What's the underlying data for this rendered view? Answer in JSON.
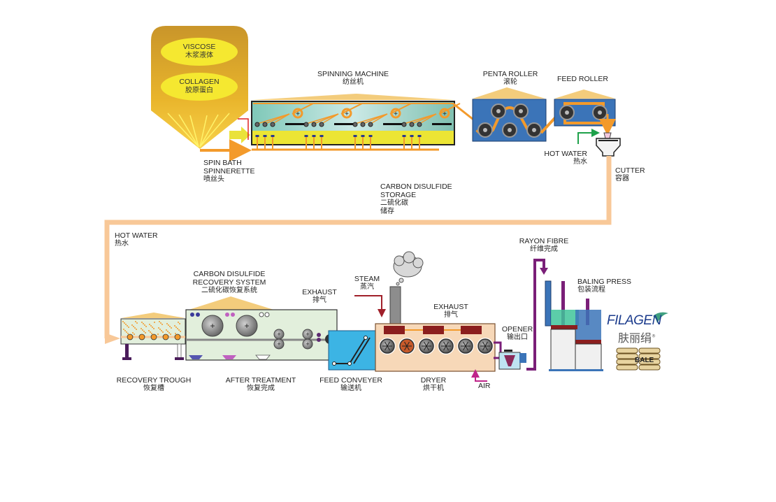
{
  "colors": {
    "hopper": "#e8b42a",
    "oval": "#f5e830",
    "pipe_orange": "#f39a2b",
    "pipe_tan": "#f8c898",
    "machine_teal": "#9fd3c7",
    "bath_yellow": "#ece534",
    "roller_blue": "#3b74b8",
    "roof_tan": "#f3cc7c",
    "recovery_green": "#e2efdc",
    "conveyor_blue": "#3cb4e4",
    "dryer_peach": "#f7d8b8",
    "heater_red": "#8b1e1e",
    "steam_red": "#a0202a",
    "hot_water_green": "#1ea14a",
    "rayon_purple": "#7a1f78",
    "air_magenta": "#c0258a",
    "brand_blue": "#1b3b8c"
  },
  "hopper": {
    "materials": [
      {
        "en": "VISCOSE",
        "cn": "木浆液体"
      },
      {
        "en": "COLLAGEN",
        "cn": "胶原蛋白"
      }
    ]
  },
  "labels": {
    "spin_bath": {
      "lines": [
        "SPIN BATH",
        "SPINNERETTE"
      ],
      "cn": "喷丝头"
    },
    "spinning_machine": {
      "en": "SPINNING MACHINE",
      "cn": "纺丝机"
    },
    "penta_roller": {
      "en": "PENTA ROLLER",
      "cn": "滚轮"
    },
    "feed_roller": {
      "en": "FEED ROLLER"
    },
    "hot_water_top": {
      "en": "HOT WATER",
      "cn": "热水"
    },
    "cutter": {
      "en": "CUTTER",
      "cn": "容器"
    },
    "cs2_storage": {
      "lines": [
        "CARBON DISULFIDE",
        "STORAGE"
      ],
      "cn_lines": [
        "二硫化碳",
        "储存"
      ]
    },
    "hot_water_left": {
      "en": "HOT WATER",
      "cn": "热水"
    },
    "cs2_recovery": {
      "lines": [
        "CARBON DISULFIDE",
        "RECOVERY SYSTEM"
      ],
      "cn": "二硫化碳恢复系统"
    },
    "exhaust_1": {
      "en": "EXHAUST",
      "cn": "排气"
    },
    "steam": {
      "en": "STEAM",
      "cn": "蒸汽"
    },
    "exhaust_2": {
      "en": "EXHAUST",
      "cn": "排气"
    },
    "rayon_fibre": {
      "en": "RAYON FIBRE",
      "cn": "纤维完成"
    },
    "baling_press": {
      "en": "BALING PRESS",
      "cn": "包装流程"
    },
    "opener": {
      "en": "OPENER",
      "cn": "输出口"
    },
    "recovery_trough": {
      "en": "RECOVERY TROUGH",
      "cn": "恢复槽"
    },
    "after_treatment": {
      "en": "AFTER TREATMENT",
      "cn": "恢复完成"
    },
    "feed_conveyer": {
      "en": "FEED CONVEYER",
      "cn": "输送机"
    },
    "dryer": {
      "en": "DRYER",
      "cn": "烘干机"
    },
    "air": {
      "en": "AIR"
    }
  },
  "brand": {
    "name": "FILAGEN",
    "cn": "肤丽绢",
    "registered_mark": "®",
    "bale_label": "BALE"
  }
}
